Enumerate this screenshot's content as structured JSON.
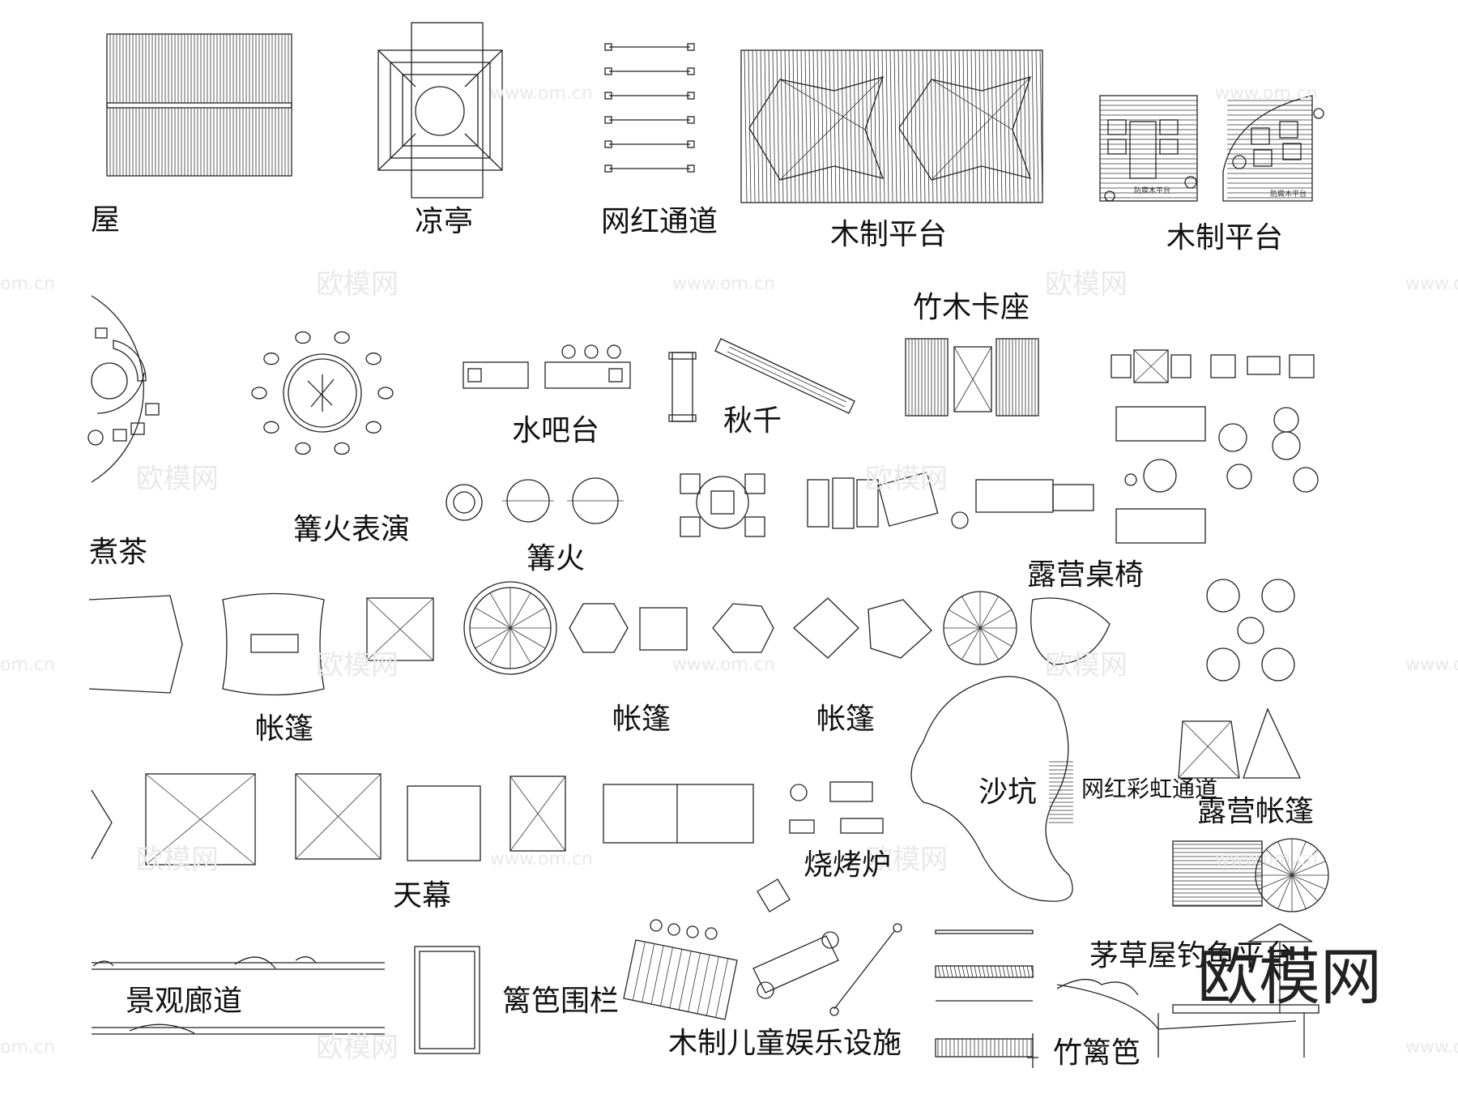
{
  "labels": {
    "house": "屋",
    "pavilion": "凉亭",
    "influencer_passage": "网红通道",
    "wood_platform_1": "木制平台",
    "wood_platform_2": "木制平台",
    "bamboo_booth": "竹木卡座",
    "tea_cooking": "煮茶",
    "bonfire_show": "篝火表演",
    "water_bar": "水吧台",
    "swing": "秋千",
    "bonfire": "篝火",
    "camp_tables": "露营桌椅",
    "tent_1": "帐篷",
    "tent_2": "帐篷",
    "tent_3": "帐篷",
    "canopy": "天幕",
    "bbq_grill": "烧烤炉",
    "sandpit": "沙坑",
    "rainbow_passage": "网红彩虹通道",
    "camping_tent": "露营帐篷",
    "thatch_fishing": "茅草屋钓鱼平台",
    "landscape_corridor": "景观廊道",
    "fence": "篱笆围栏",
    "kids_play": "木制儿童娱乐设施",
    "bamboo_fence": "竹篱笆"
  },
  "tiny_labels": {
    "platform_a": "防腐木平台",
    "platform_b": "防腐木平台"
  },
  "watermarks": {
    "url": "www.om.cn",
    "url_alt": "om.cn",
    "cn": "欧模网"
  },
  "brand": "欧模网",
  "icons": {
    "house": "roof-plan-icon",
    "pavilion": "pavilion-plan-icon",
    "swing": "swing-plan-icon",
    "bonfire": "bonfire-plan-icon",
    "tent": "tent-plan-icon",
    "sandpit": "sandpit-plan-icon"
  }
}
